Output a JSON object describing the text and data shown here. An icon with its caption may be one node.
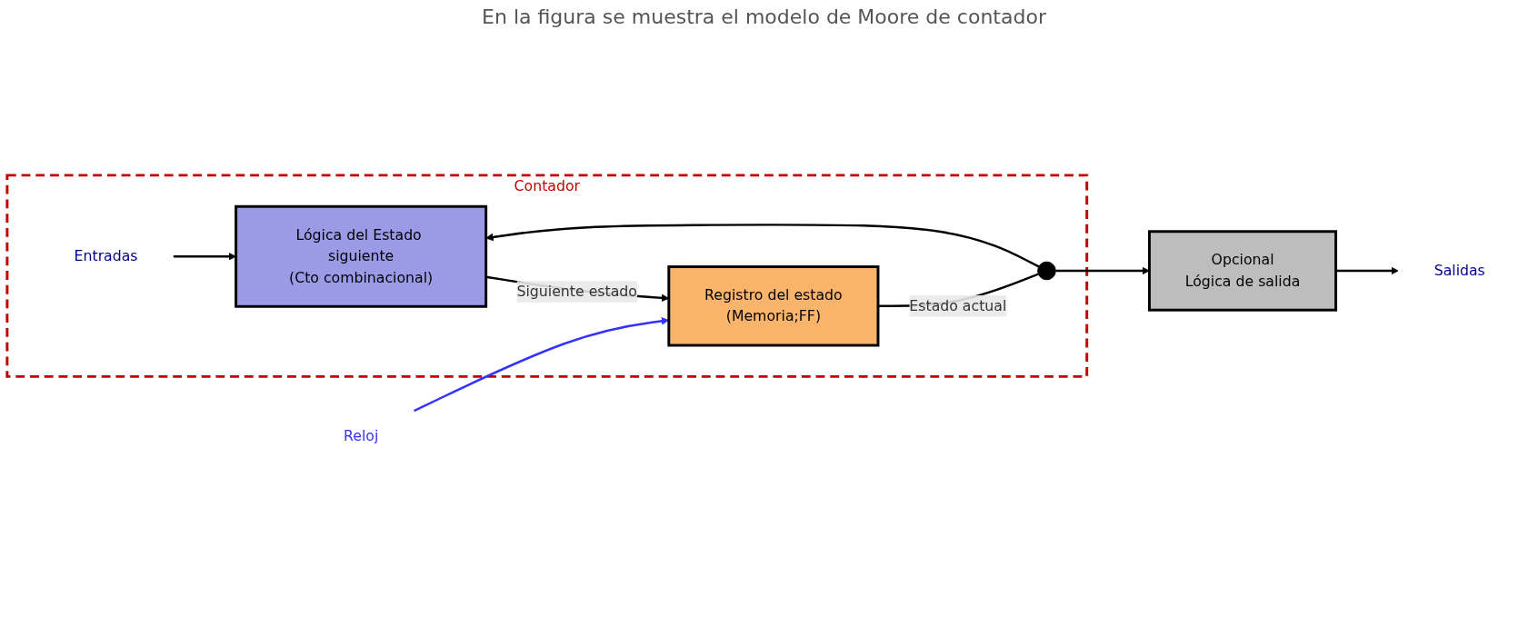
{
  "diagram": {
    "nodes": [
      {
        "text": [
          "Contador"
        ]
      },
      {
        "text": [
          "Entradas"
        ],
        "in": 0
      },
      {
        "text": [
          "Lógica del Estado siguiente",
          "(Cto combinacional)"
        ],
        "in": 0
      },
      {
        "text": [
          "Registro del estado",
          "(Memoria;FF)"
        ],
        "in": 0
      },
      {
        "text": [],
        "shape": "circle",
        "in": 0
      },
      {
        "text": [
          "Reloj"
        ]
      },
      {
        "text": [
          "Opcional",
          "Lógica de salida"
        ]
      },
      {
        "text": [
          "Salidas"
        ]
      }
    ],
    "edges": [
      {
        "from": 1,
        "to": 2,
        "arrow": "to"
      },
      {
        "from": 2,
        "to": 3,
        "arrow": "to",
        "label": "Siguiente estado"
      },
      {
        "from": 3,
        "to": 4,
        "arrow": "none",
        "label": "Estado actual"
      },
      {
        "from": 4,
        "to": 6,
        "arrow": "to"
      },
      {
        "from": 4,
        "to": 2,
        "arrow": "to"
      },
      {
        "from": 5,
        "to": 3,
        "arrow": "to",
        "color": "#3333ff"
      },
      {
        "from": 6,
        "to": 7,
        "arrow": "to"
      }
    ],
    "labels": [
      "En la figura se muestra el modelo de Moore de contador"
    ]
  }
}
